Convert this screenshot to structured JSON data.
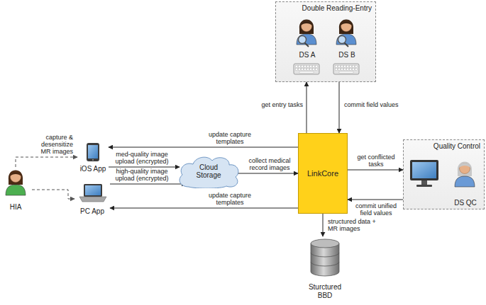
{
  "diagram": {
    "nodes": [
      {
        "text": [
          "HIA"
        ]
      },
      {
        "text": [
          "iOS App"
        ]
      },
      {
        "text": [
          "PC App"
        ]
      },
      {
        "text": [
          "Cloud Storage"
        ]
      },
      {
        "text": [
          "Double Reading-Entry"
        ]
      },
      {
        "text": [
          "DS A"
        ],
        "in": 4
      },
      {
        "text": [
          "DS B"
        ],
        "in": 4
      },
      {
        "text": [
          "LinkCore"
        ]
      },
      {
        "text": [
          "Quality Control"
        ]
      },
      {
        "text": [
          "DS QC"
        ],
        "in": 8
      },
      {
        "text": [
          "Sturctured BBD"
        ]
      }
    ],
    "edges": [
      {
        "from": 0,
        "to": 1,
        "label": "capture & desensitize MR images",
        "arrow": "to"
      },
      {
        "from": 0,
        "to": 2,
        "arrow": "to"
      },
      {
        "from": 1,
        "to": 3,
        "label": "med-quality image upload (encrypted)",
        "arrow": "to"
      },
      {
        "from": 2,
        "to": 3,
        "label": "high-quality image upload (encrypted)",
        "arrow": "to"
      },
      {
        "from": 3,
        "to": 7,
        "label": "collect medical record images",
        "arrow": "to"
      },
      {
        "from": 7,
        "to": 1,
        "label": "update capture templates",
        "arrow": "to"
      },
      {
        "from": 7,
        "to": 2,
        "label": "update capture templates",
        "arrow": "to"
      },
      {
        "from": 7,
        "to": 4,
        "label": "get entry tasks",
        "arrow": "to"
      },
      {
        "from": 4,
        "to": 7,
        "label": "commit field values",
        "arrow": "to"
      },
      {
        "from": 7,
        "to": 8,
        "label": "get conflicted tasks",
        "arrow": "to"
      },
      {
        "from": 8,
        "to": 7,
        "label": "commit unified field values",
        "arrow": "to"
      },
      {
        "from": 7,
        "to": 10,
        "label": "structured data + MR images",
        "arrow": "to"
      }
    ]
  }
}
